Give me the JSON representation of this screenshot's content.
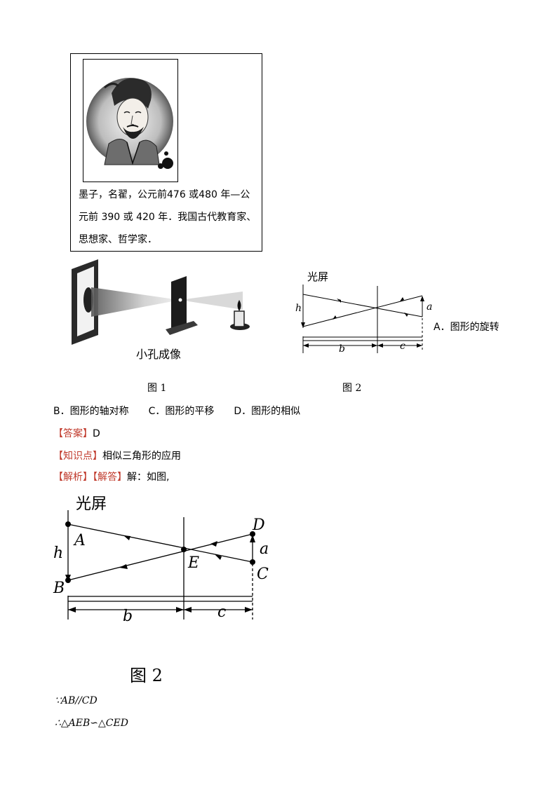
{
  "bio": {
    "line1": "墨子，名翟，公元前476 或480 年—公",
    "line2": "元前 390 或 420 年．我国古代教育家、",
    "line3": "思想家、哲学家．"
  },
  "fig1": {
    "caption_inner": "小孔成像",
    "caption": "图 1"
  },
  "fig2_small": {
    "title": "光屏",
    "label_h": "h",
    "label_a": "a",
    "label_b": "b",
    "label_c": "c",
    "caption": "图 2"
  },
  "question": {
    "option_a": "A．图形的旋转",
    "options_bcd": "B．图形的轴对称　　C．图形的平移　　D．图形的相似"
  },
  "answer": {
    "answer_tag": "【答案】",
    "answer_value": "D",
    "knowledge_tag": "【知识点】",
    "knowledge_value": "相似三角形的应用",
    "analysis_tag": "【解析】",
    "solution_tag": "【解答】",
    "solution_text": "解：如图,"
  },
  "fig2_large": {
    "title": "光屏",
    "label_A": "A",
    "label_B": "B",
    "label_C": "C",
    "label_D": "D",
    "label_E": "E",
    "label_h": "h",
    "label_a": "a",
    "label_b": "b",
    "label_c": "c",
    "caption": "图 2"
  },
  "proof": {
    "line1": "∵AB//CD",
    "line2": "∴△AEB∽△CED"
  }
}
